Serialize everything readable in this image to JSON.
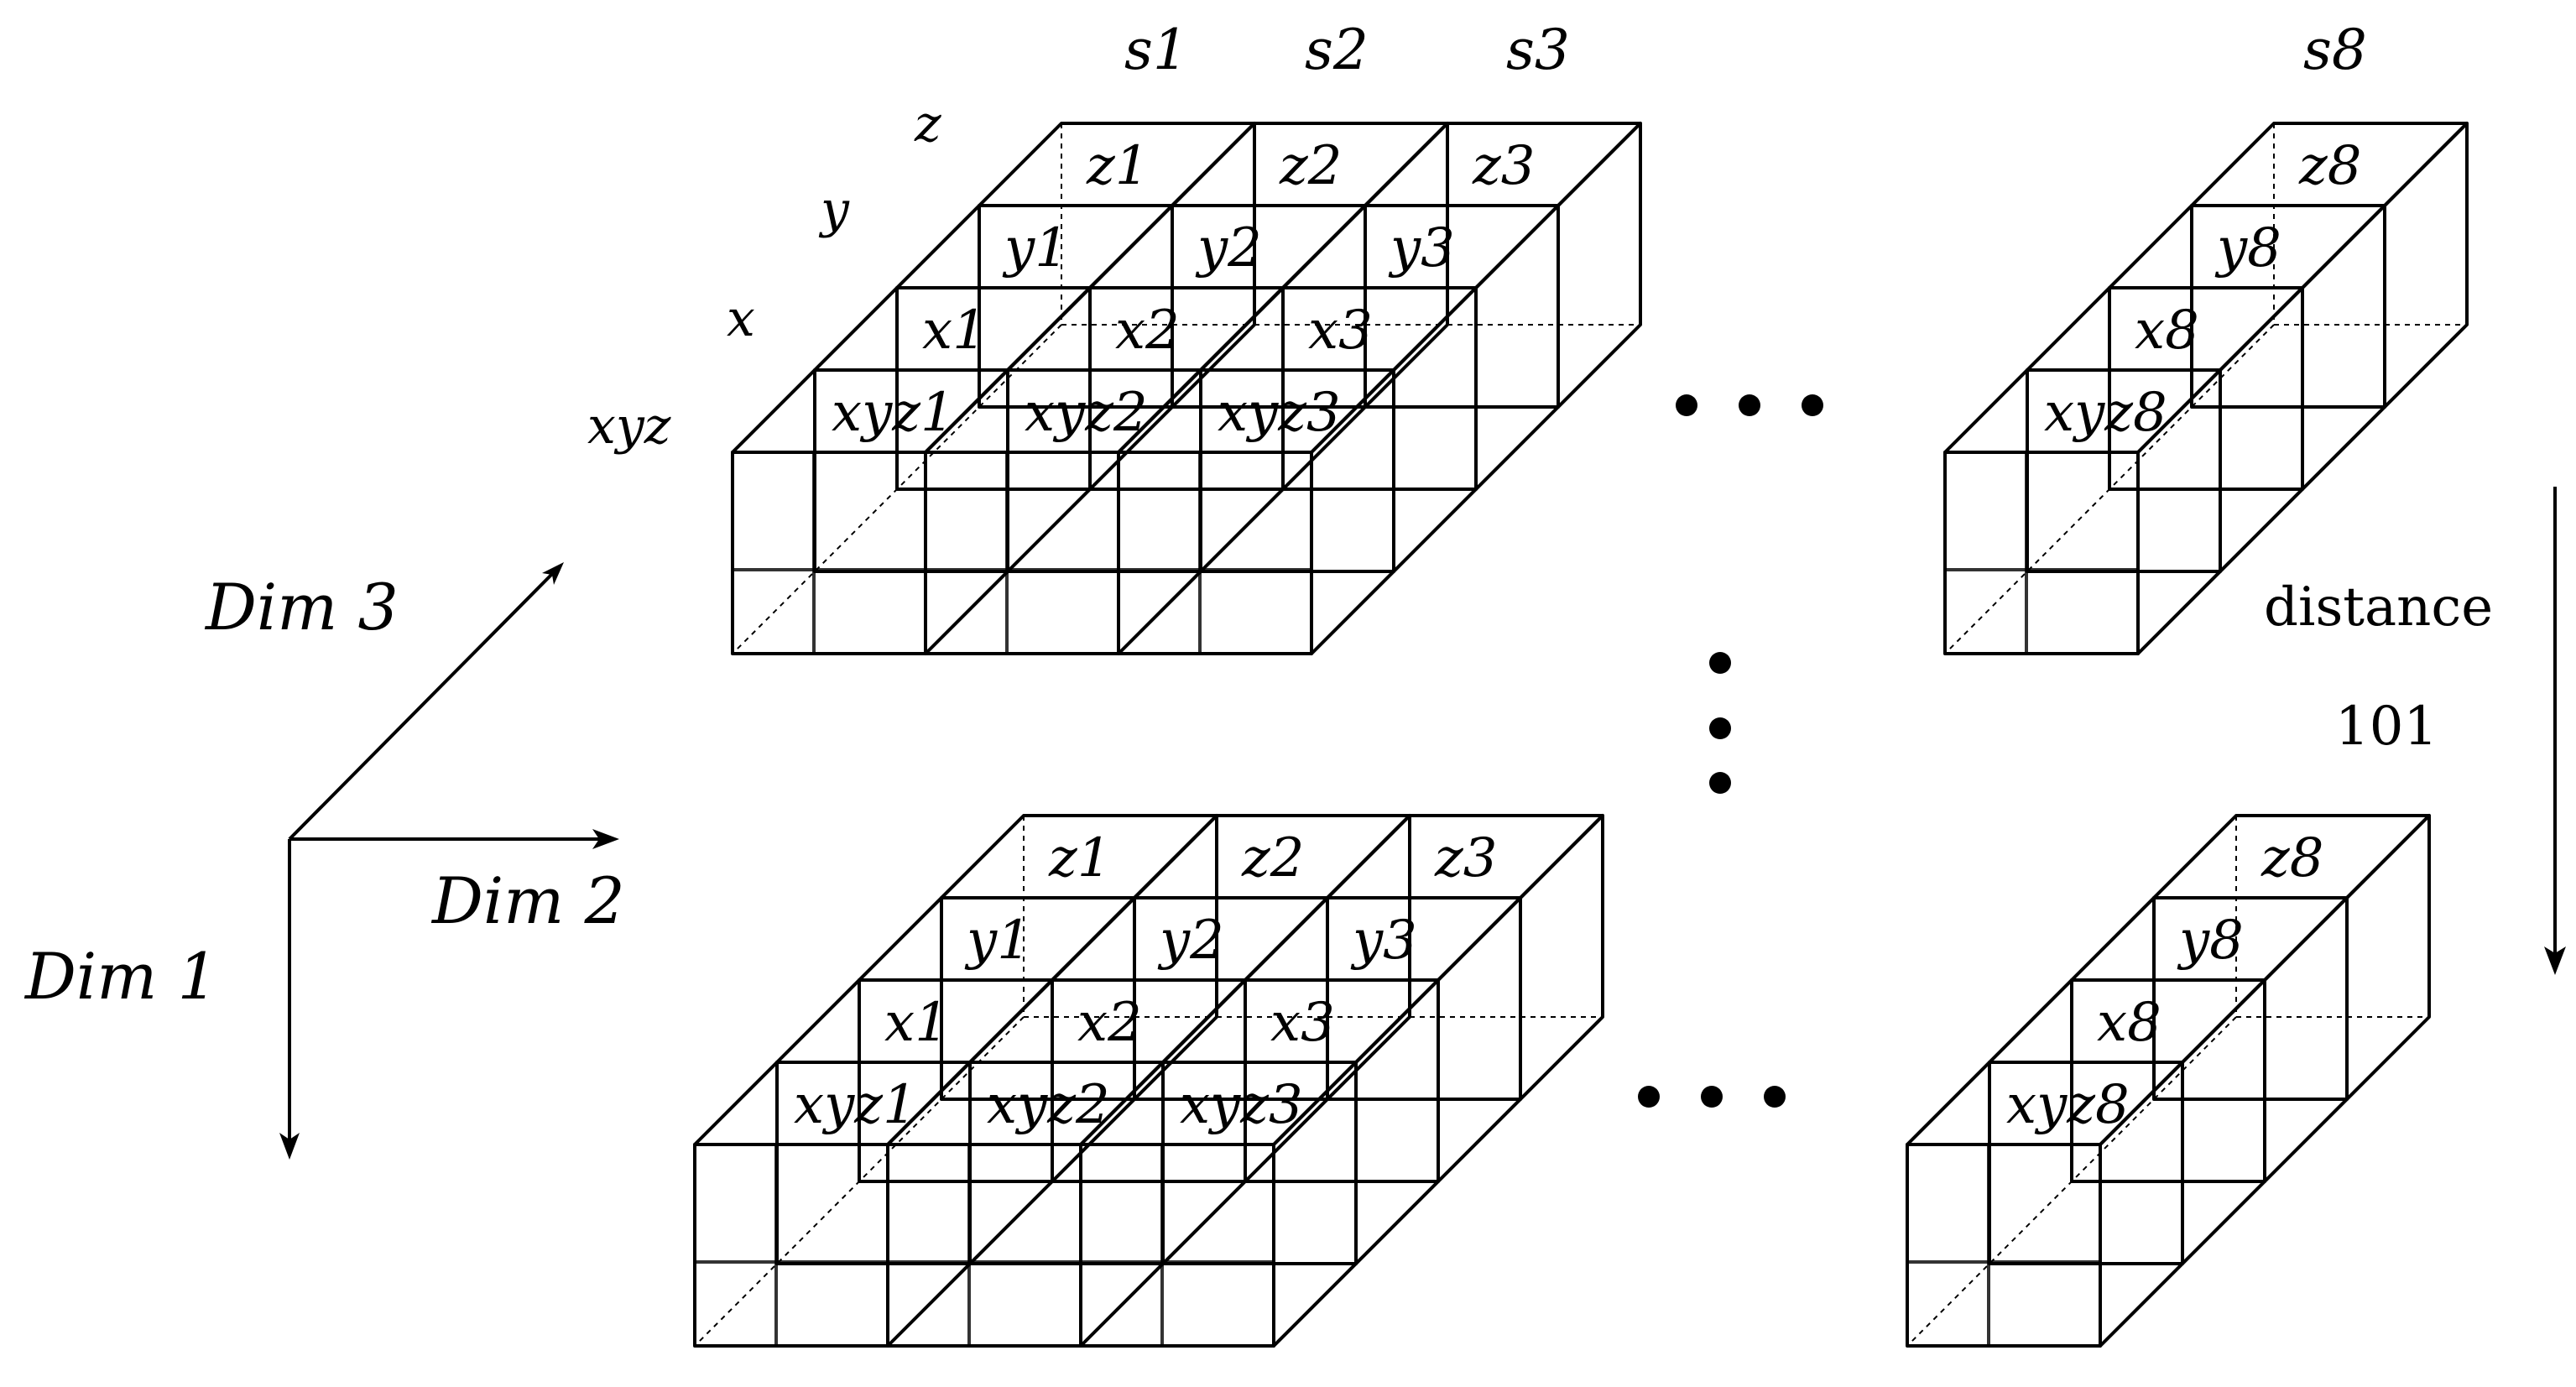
{
  "colors": {
    "light": "#b3cef7",
    "mid": "#86b1f2",
    "dark": "#5a96ee",
    "deep": "#3f83e8",
    "line": "#000000"
  },
  "axes": {
    "dim1": "Dim  1",
    "dim2": "Dim  2",
    "dim3": "Dim  3"
  },
  "layer_labels": {
    "z": "z",
    "y": "y",
    "x": "x",
    "xyz": "xyz"
  },
  "columns": [
    "s1",
    "s2",
    "s3",
    "s8"
  ],
  "top_group": {
    "cells": [
      [
        "z1",
        "y1",
        "x1",
        "xyz1"
      ],
      [
        "z2",
        "y2",
        "x2",
        "xyz2"
      ],
      [
        "z3",
        "y3",
        "x3",
        "xyz3"
      ],
      [
        "z8",
        "y8",
        "x8",
        "xyz8"
      ]
    ]
  },
  "bottom_group": {
    "cells": [
      [
        "z1",
        "y1",
        "x1",
        "xyz1"
      ],
      [
        "z2",
        "y2",
        "x2",
        "xyz2"
      ],
      [
        "z3",
        "y3",
        "x3",
        "xyz3"
      ],
      [
        "z8",
        "y8",
        "x8",
        "xyz8"
      ]
    ]
  },
  "distance": {
    "label": "distance",
    "value": "101"
  }
}
